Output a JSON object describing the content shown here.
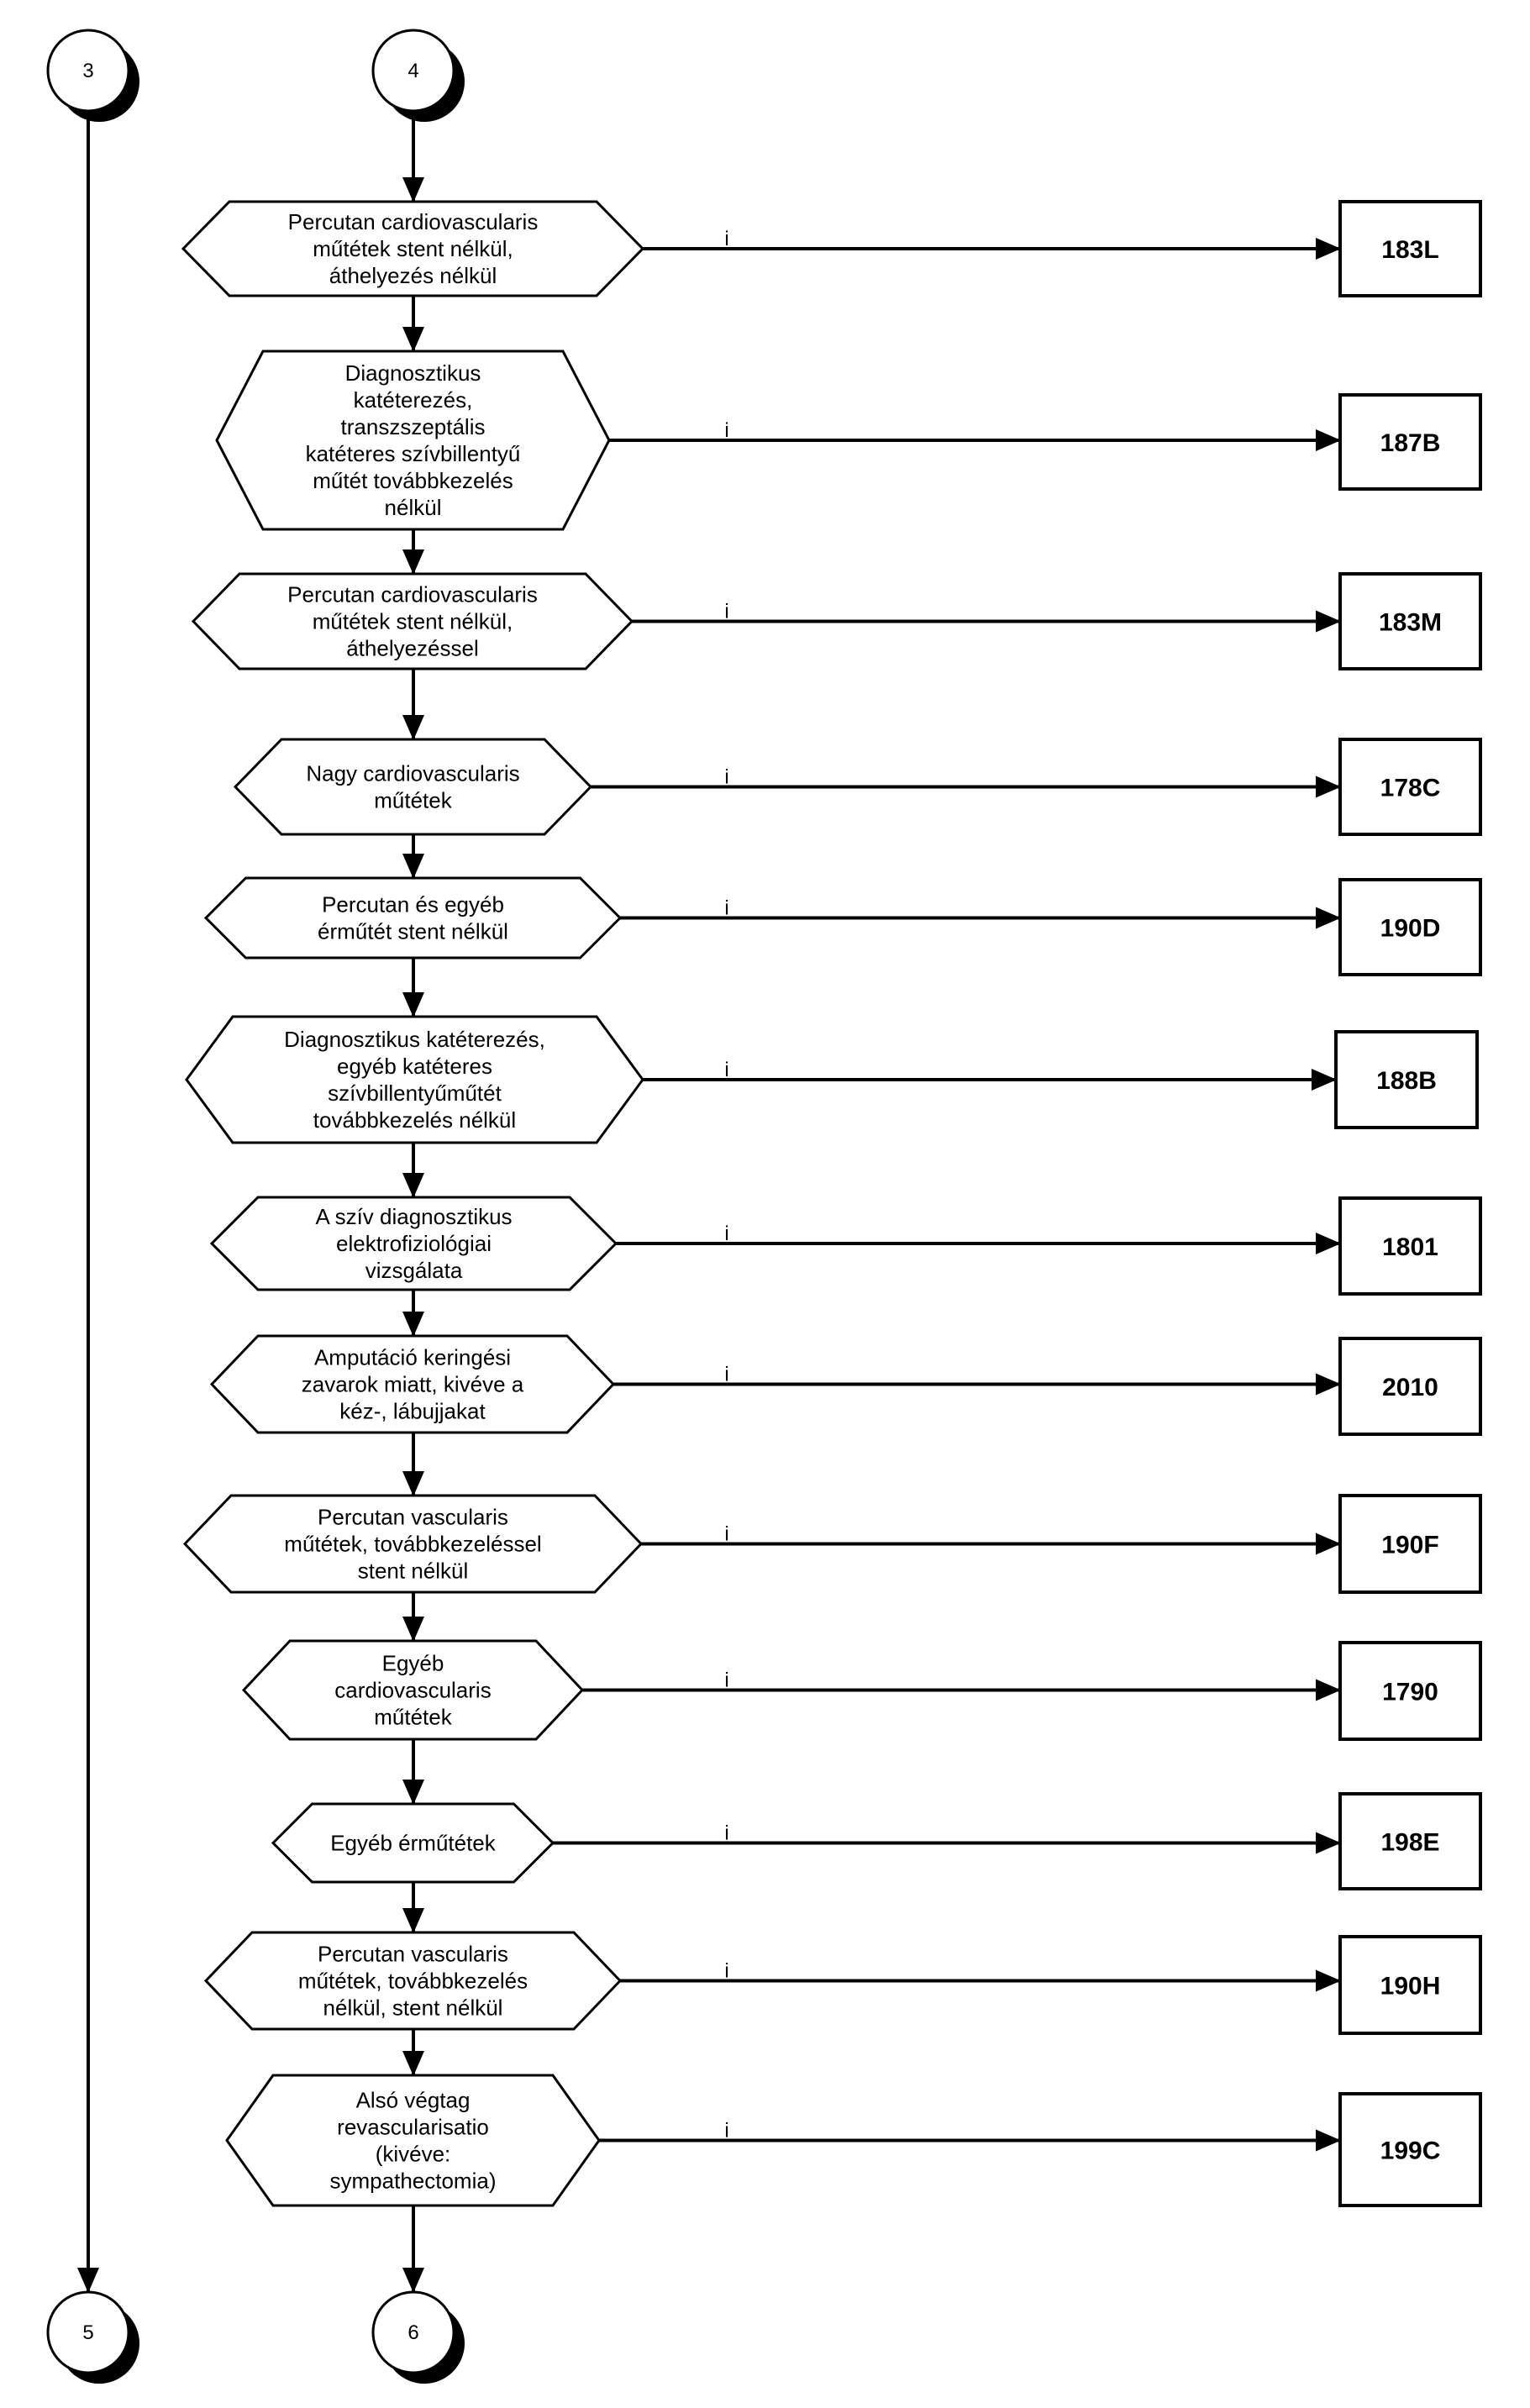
{
  "connectors": {
    "top_left": "3",
    "top_right": "4",
    "bottom_left": "5",
    "bottom_right": "6"
  },
  "edge_label": "i",
  "decisions": [
    {
      "lines": [
        "Percutan cardiovascularis",
        "műtétek stent nélkül,",
        "áthelyezés nélkül"
      ],
      "code": "183L"
    },
    {
      "lines": [
        "Diagnosztikus",
        "katéterezés,",
        "transzszeptális",
        "katéteres szívbillentyű",
        "műtét továbbkezelés",
        "nélkül"
      ],
      "code": "187B"
    },
    {
      "lines": [
        "Percutan cardiovascularis",
        "műtétek stent nélkül,",
        "áthelyezéssel"
      ],
      "code": "183M"
    },
    {
      "lines": [
        "Nagy cardiovascularis",
        "műtétek"
      ],
      "code": "178C"
    },
    {
      "lines": [
        "Percutan és egyéb",
        "érműtét stent nélkül"
      ],
      "code": "190D"
    },
    {
      "lines": [
        "Diagnosztikus katéterezés,",
        "egyéb katéteres",
        "szívbillentyűműtét",
        "továbbkezelés nélkül"
      ],
      "code": "188B"
    },
    {
      "lines": [
        "A szív diagnosztikus",
        "elektrofiziológiai",
        "vizsgálata"
      ],
      "code": "1801"
    },
    {
      "lines": [
        "Amputáció keringési",
        "zavarok miatt, kivéve a",
        "kéz-, lábujjakat"
      ],
      "code": "2010"
    },
    {
      "lines": [
        "Percutan vascularis",
        "műtétek, továbbkezeléssel",
        "stent nélkül"
      ],
      "code": "190F"
    },
    {
      "lines": [
        "Egyéb",
        "cardiovascularis",
        "műtétek"
      ],
      "code": "1790"
    },
    {
      "lines": [
        "Egyéb érműtétek"
      ],
      "code": "198E"
    },
    {
      "lines": [
        "Percutan vascularis",
        "műtétek, továbbkezelés",
        "nélkül, stent nélkül"
      ],
      "code": "190H"
    },
    {
      "lines": [
        "Alsó végtag",
        "revascularisatio",
        "(kivéve:",
        "sympathectomia)"
      ],
      "code": "199C"
    }
  ]
}
